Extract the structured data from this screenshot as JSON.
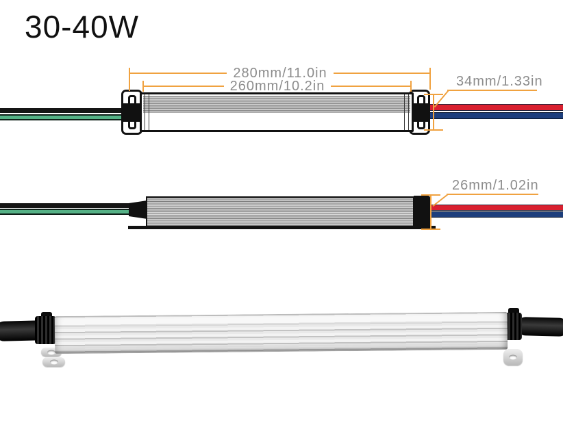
{
  "title": "30-40W",
  "colors": {
    "accent": "#F0A240",
    "dim_text": "#8C8C8C",
    "title_text": "#111111",
    "wire_black": "#151515",
    "wire_green": "#55B186",
    "wire_red": "#D9202F",
    "wire_blue": "#1D3E7C"
  },
  "front_view": {
    "dim_outer_length": "280mm/11.0in",
    "dim_inner_length": "260mm/10.2in",
    "dim_height": "34mm/1.33in"
  },
  "side_view": {
    "dim_height": "26mm/1.02in"
  }
}
